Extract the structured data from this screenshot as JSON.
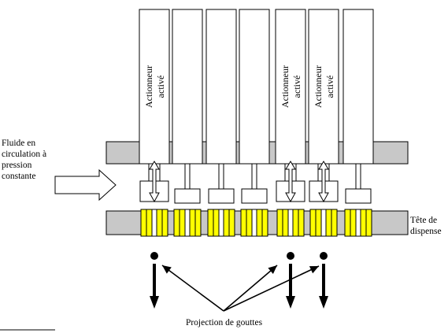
{
  "labels": {
    "fluid": "Fluide en\ncirculation à\npression\nconstante",
    "dispense_head": "Tête de\ndispense",
    "projection": "Projection de gouttes"
  },
  "actuator_label": {
    "line1": "Actionneur",
    "line2": "activé"
  },
  "actuators": [
    {
      "active": true
    },
    {
      "active": false
    },
    {
      "active": false
    },
    {
      "active": false
    },
    {
      "active": true
    },
    {
      "active": true
    },
    {
      "active": false
    }
  ],
  "colors": {
    "line": "#000000",
    "channel": "#c8c8c8",
    "nozzle": "#ffff00",
    "fill": "#ffffff"
  }
}
